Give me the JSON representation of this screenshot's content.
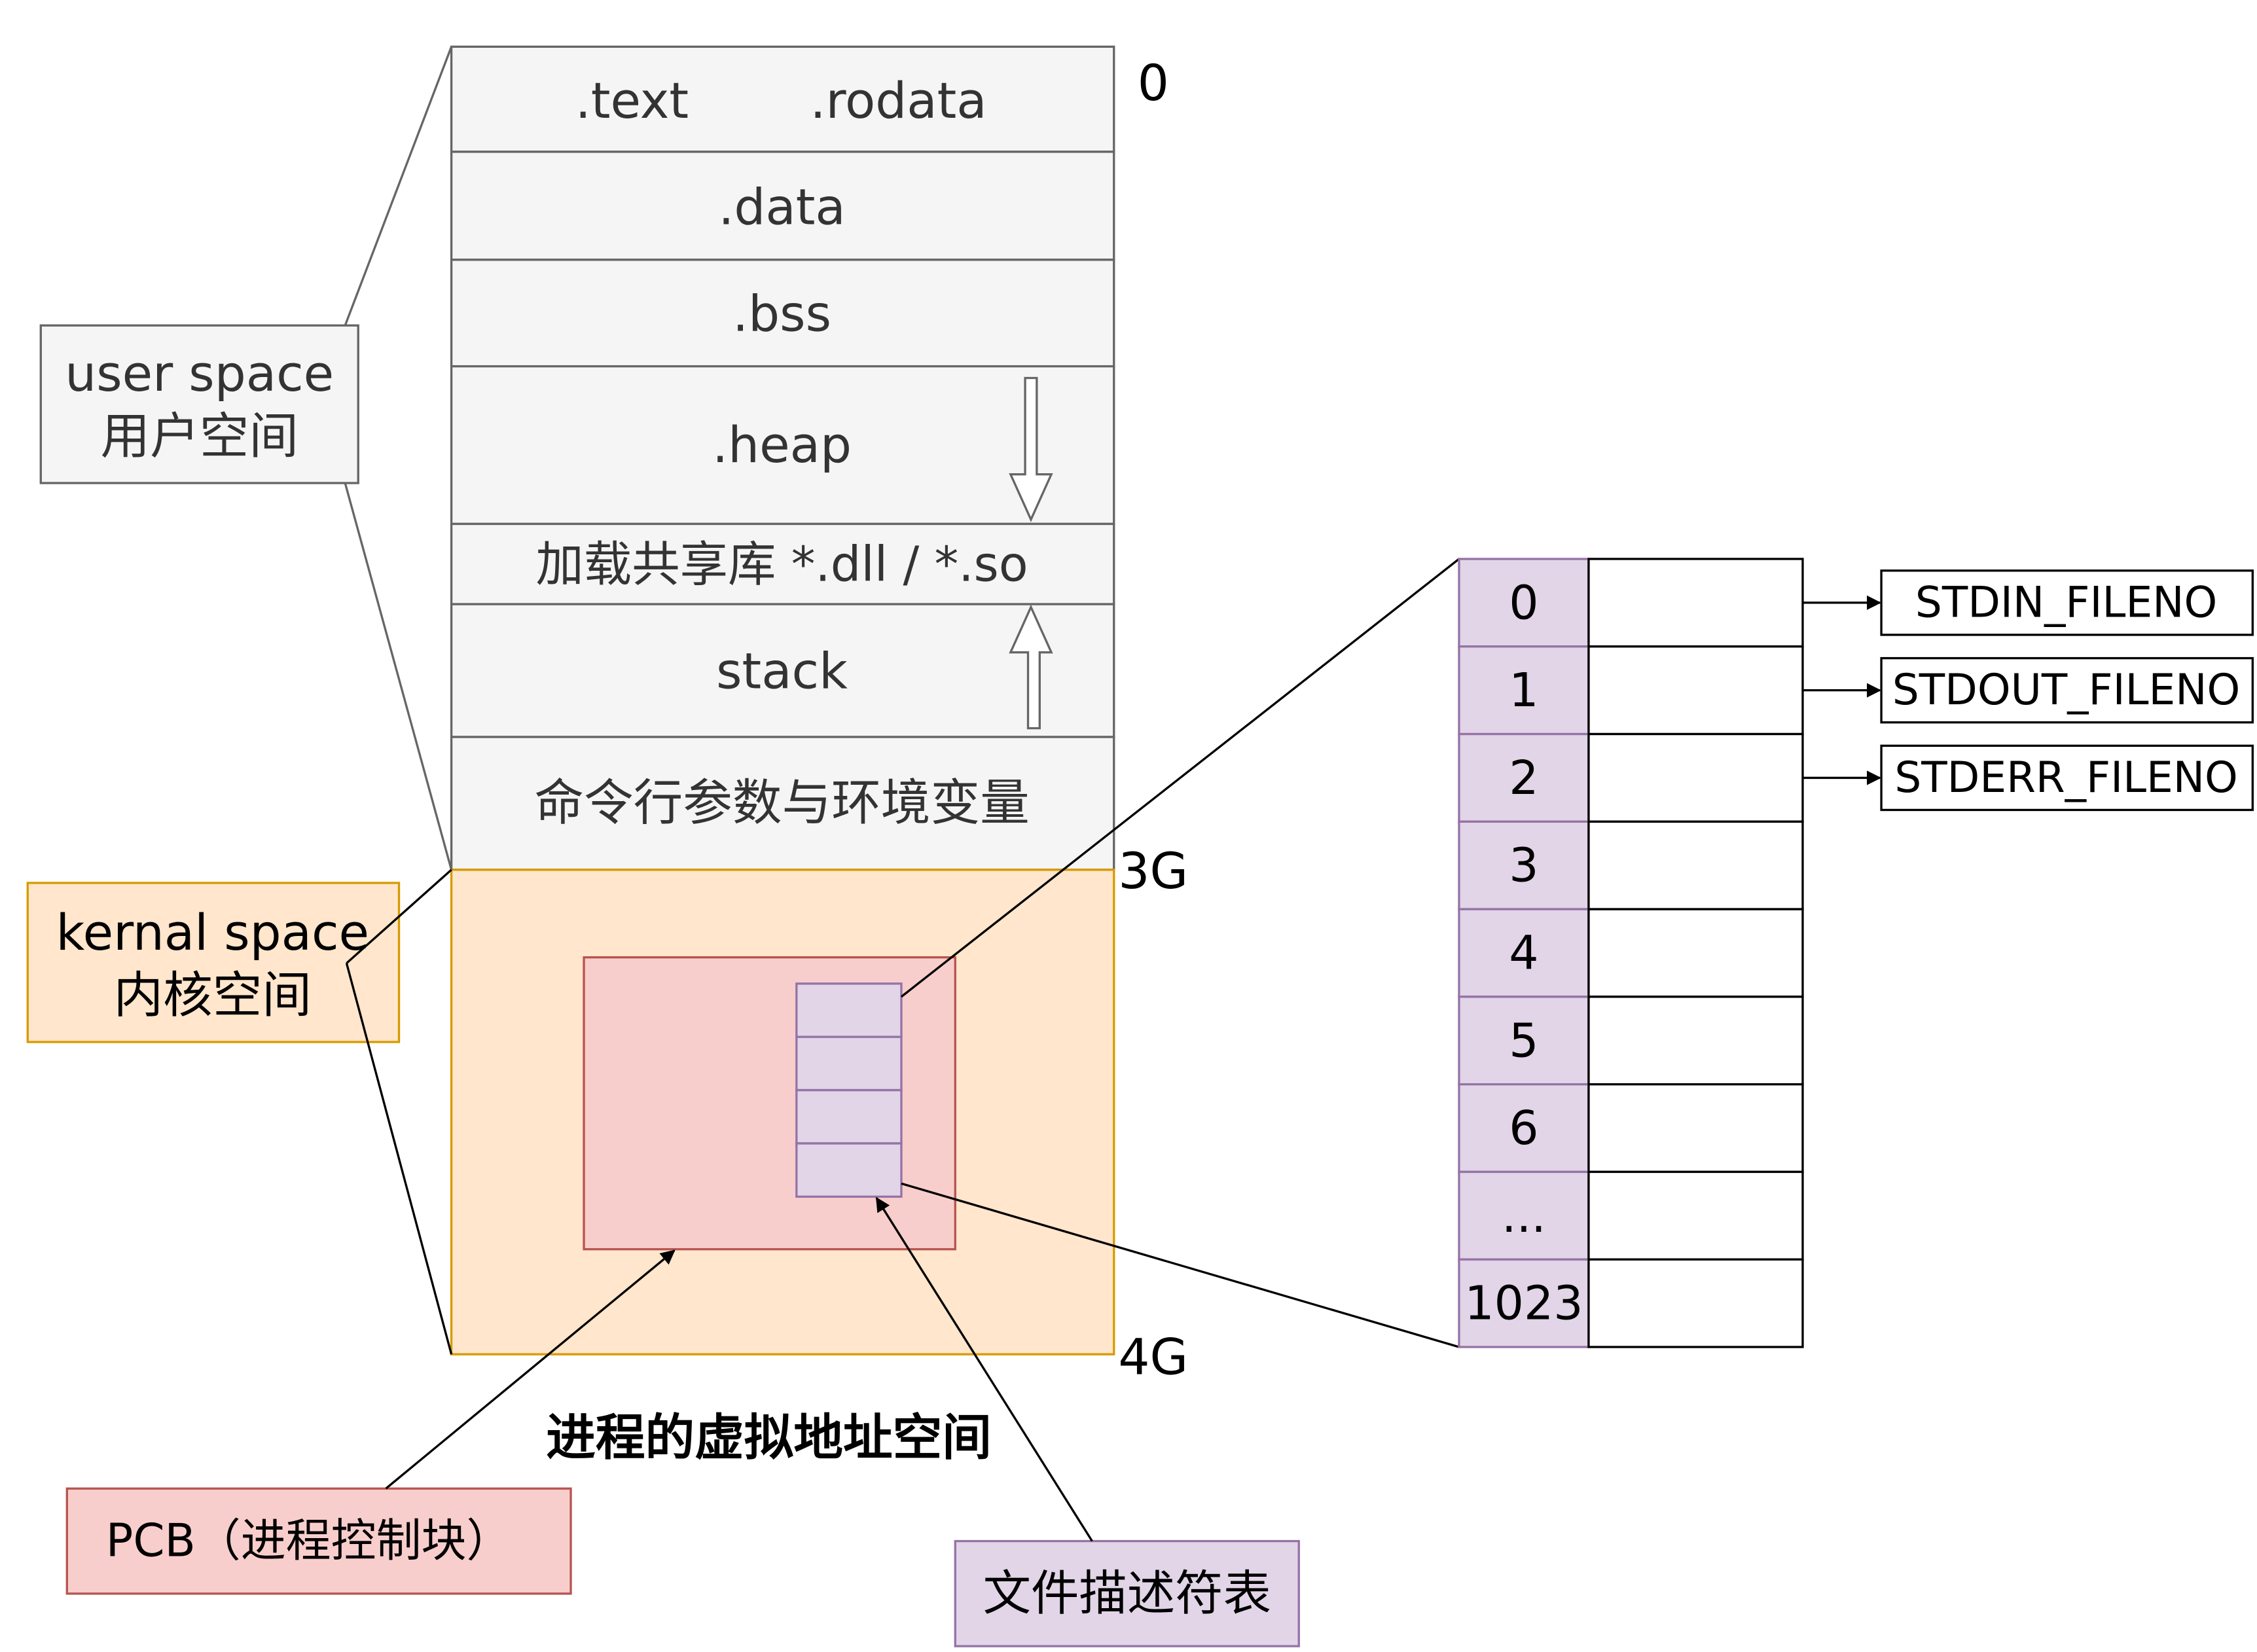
{
  "memory": {
    "sections": {
      "text": ".text",
      "rodata": ".rodata",
      "data": ".data",
      "bss": ".bss",
      "heap": ".heap",
      "shared_lib": "加载共享库 *.dll  / *.so",
      "stack": "stack",
      "args_env": "命令行参数与环境变量"
    },
    "addresses": {
      "start": "0",
      "user_end": "3G",
      "kernel_end": "4G"
    },
    "title": "进程的虚拟地址空间"
  },
  "user_space": {
    "line1": "user space",
    "line2": "用户空间"
  },
  "kernel_space": {
    "line1": "kernal space",
    "line2": "内核空间"
  },
  "pcb_label": "PCB（进程控制块）",
  "fd_table_label": "文件描述符表",
  "fd_table": {
    "indices": [
      "0",
      "1",
      "2",
      "3",
      "4",
      "5",
      "6",
      "...",
      "1023"
    ],
    "targets": [
      "STDIN_FILENO",
      "STDOUT_FILENO",
      "STDERR_FILENO"
    ]
  },
  "colors": {
    "section_fill": "#f5f5f5",
    "section_stroke": "#666666",
    "kernel_fill": "#ffe6cc",
    "kernel_stroke": "#d79b00",
    "pcb_fill": "#f8cecc",
    "pcb_stroke": "#b85450",
    "fd_fill": "#e1d5e7",
    "fd_stroke": "#9673a6"
  }
}
